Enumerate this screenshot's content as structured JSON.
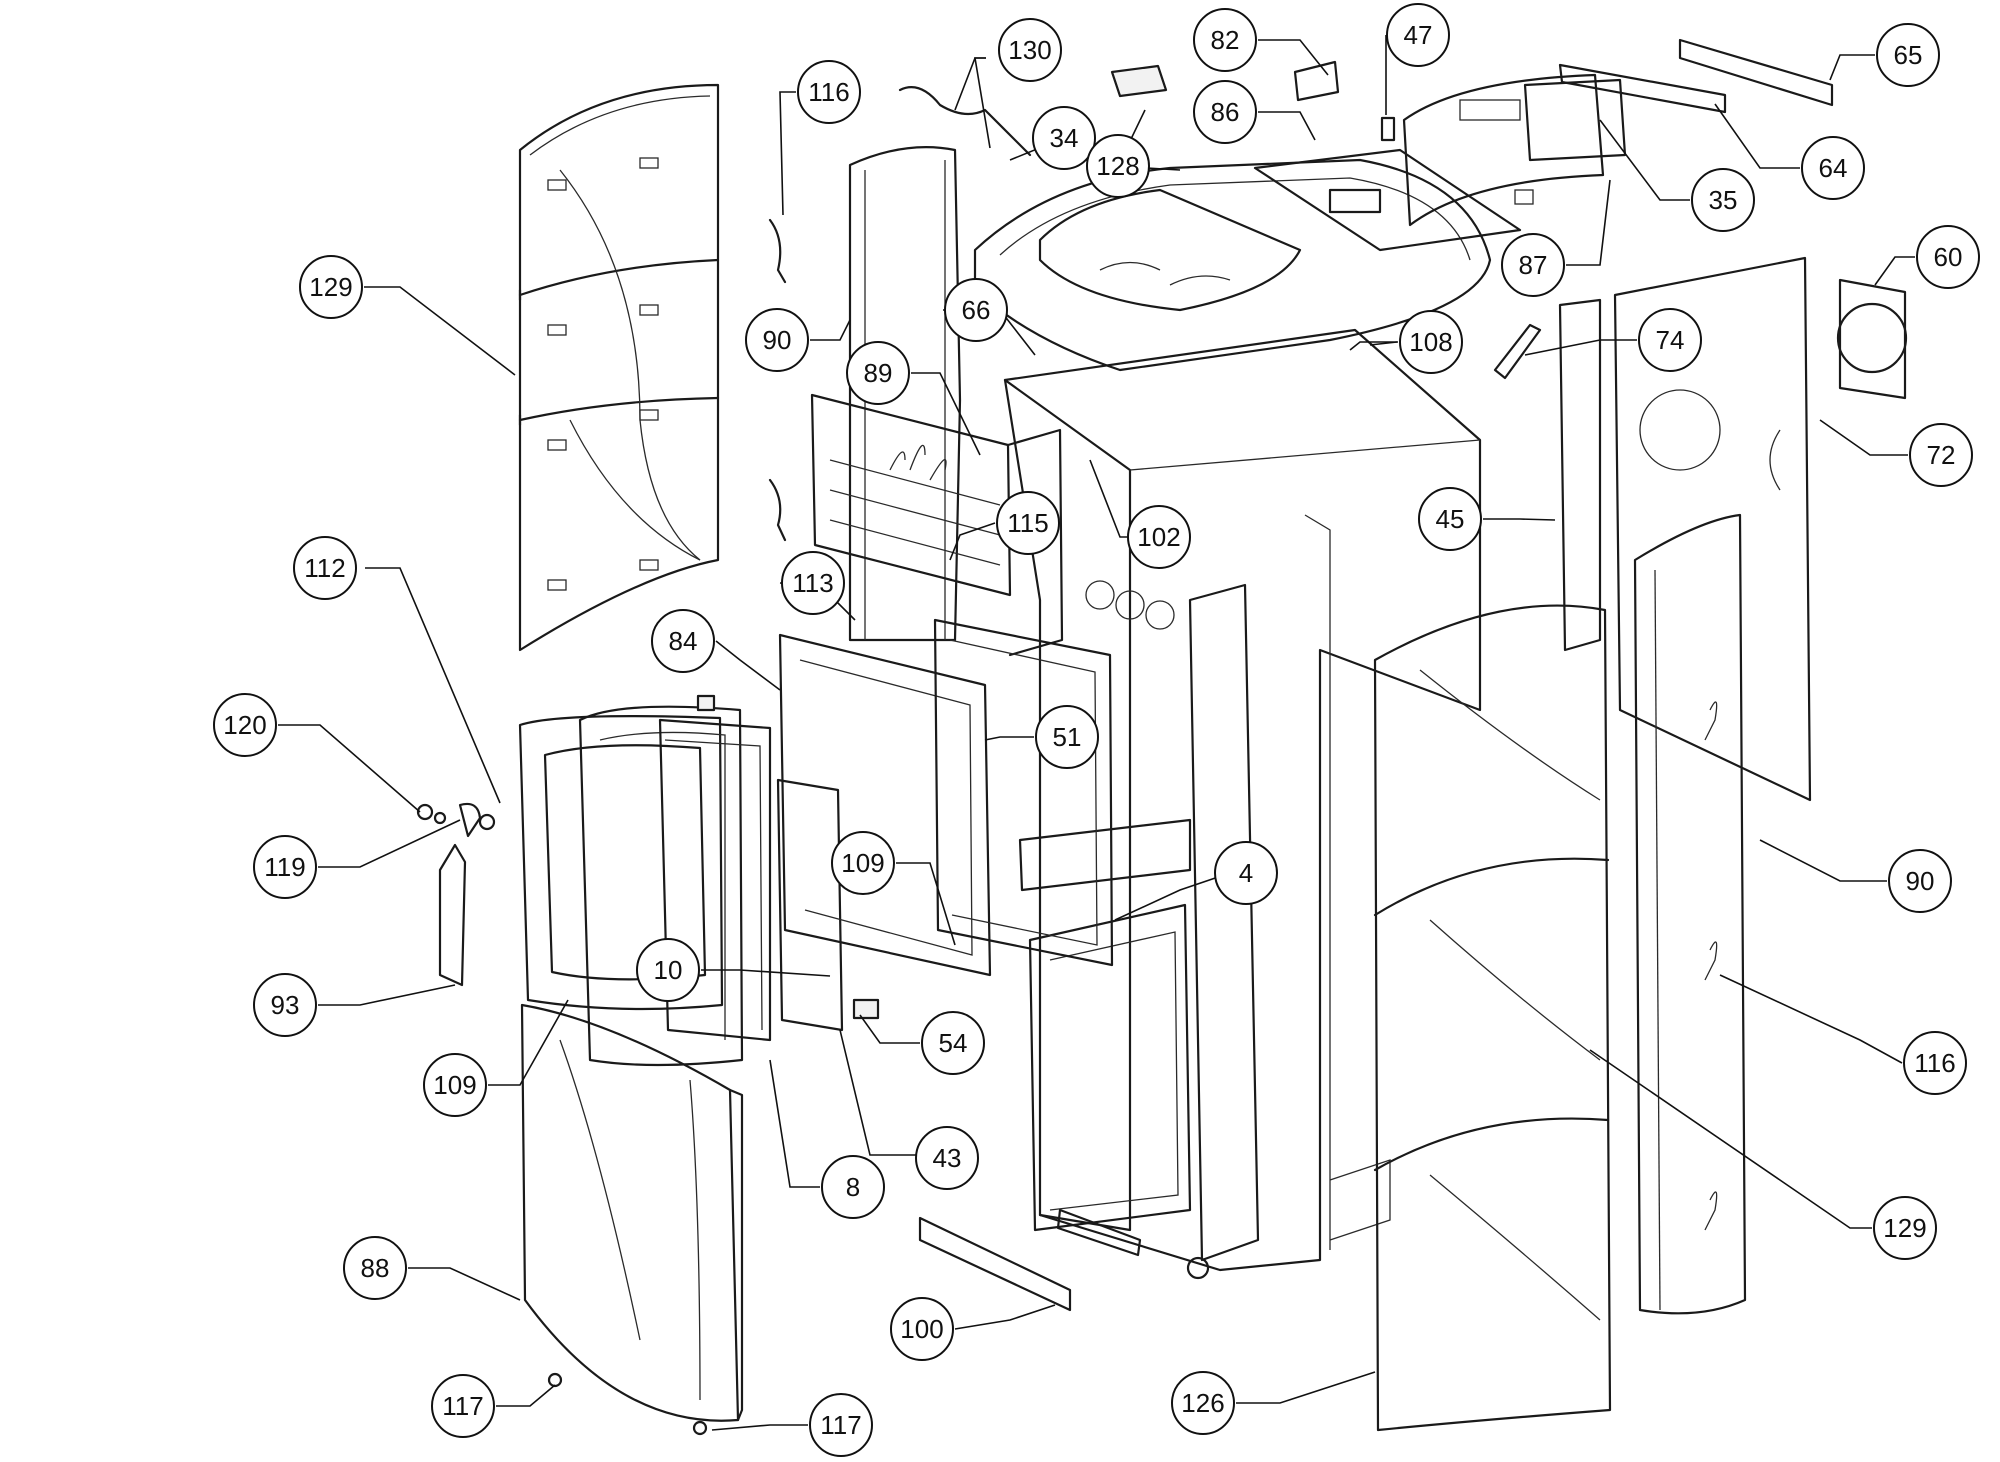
{
  "diagram": {
    "type": "exploded-parts-view",
    "callouts": [
      {
        "id": "c-130",
        "label": "130"
      },
      {
        "id": "c-116-top",
        "label": "116"
      },
      {
        "id": "c-34",
        "label": "34"
      },
      {
        "id": "c-128",
        "label": "128"
      },
      {
        "id": "c-82",
        "label": "82"
      },
      {
        "id": "c-47",
        "label": "47"
      },
      {
        "id": "c-86",
        "label": "86"
      },
      {
        "id": "c-65",
        "label": "65"
      },
      {
        "id": "c-64",
        "label": "64"
      },
      {
        "id": "c-35",
        "label": "35"
      },
      {
        "id": "c-87",
        "label": "87"
      },
      {
        "id": "c-60",
        "label": "60"
      },
      {
        "id": "c-72",
        "label": "72"
      },
      {
        "id": "c-74",
        "label": "74"
      },
      {
        "id": "c-108",
        "label": "108"
      },
      {
        "id": "c-129-left",
        "label": "129"
      },
      {
        "id": "c-90-top",
        "label": "90"
      },
      {
        "id": "c-66",
        "label": "66"
      },
      {
        "id": "c-89",
        "label": "89"
      },
      {
        "id": "c-115",
        "label": "115"
      },
      {
        "id": "c-102",
        "label": "102"
      },
      {
        "id": "c-45",
        "label": "45"
      },
      {
        "id": "c-112",
        "label": "112"
      },
      {
        "id": "c-113",
        "label": "113"
      },
      {
        "id": "c-84",
        "label": "84"
      },
      {
        "id": "c-51",
        "label": "51"
      },
      {
        "id": "c-120",
        "label": "120"
      },
      {
        "id": "c-119",
        "label": "119"
      },
      {
        "id": "c-109-mid",
        "label": "109"
      },
      {
        "id": "c-4",
        "label": "4"
      },
      {
        "id": "c-90-right",
        "label": "90"
      },
      {
        "id": "c-10",
        "label": "10"
      },
      {
        "id": "c-93",
        "label": "93"
      },
      {
        "id": "c-54",
        "label": "54"
      },
      {
        "id": "c-116-right",
        "label": "116"
      },
      {
        "id": "c-109-left",
        "label": "109"
      },
      {
        "id": "c-43",
        "label": "43"
      },
      {
        "id": "c-8",
        "label": "8"
      },
      {
        "id": "c-129-right",
        "label": "129"
      },
      {
        "id": "c-88",
        "label": "88"
      },
      {
        "id": "c-100",
        "label": "100"
      },
      {
        "id": "c-126",
        "label": "126"
      },
      {
        "id": "c-117-left",
        "label": "117"
      },
      {
        "id": "c-117-bottom",
        "label": "117"
      }
    ]
  }
}
